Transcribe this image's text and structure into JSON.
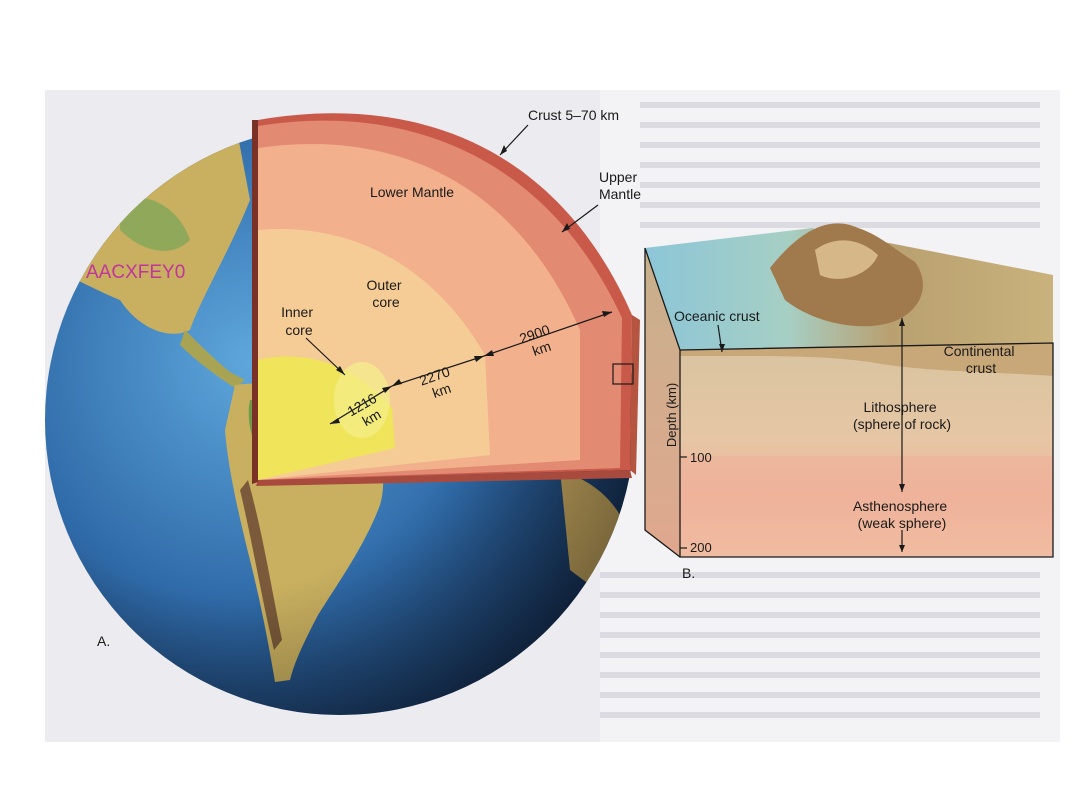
{
  "panel_a": {
    "letter": "A.",
    "watermark": "AACXFEY0",
    "layers": {
      "crust": "Crust 5–70 km",
      "upper_mantle": [
        "Upper",
        "Mantle"
      ],
      "lower_mantle": "Lower Mantle",
      "outer_core": [
        "Outer",
        "core"
      ],
      "inner_core": [
        "Inner",
        "core"
      ]
    },
    "distances": {
      "mantle": [
        "2900",
        "km"
      ],
      "outer_core": [
        "2270",
        "km"
      ],
      "inner_core": [
        "1216",
        "km"
      ]
    }
  },
  "panel_b": {
    "letter": "B.",
    "oceanic_crust": "Oceanic crust",
    "continental_crust": [
      "Continental",
      "crust"
    ],
    "lithosphere": [
      "Lithosphere",
      "(sphere of rock)"
    ],
    "asthenosphere": [
      "Asthenosphere",
      "(weak sphere)"
    ],
    "depth_axis": {
      "label": "Depth (km)",
      "ticks": [
        "100",
        "200"
      ]
    }
  },
  "colors": {
    "ocean": "#3a78b8",
    "land": "#c9b060",
    "crust": "#c95a4a",
    "upper_mantle": "#e38a72",
    "lower_mantle": "#f2b08c",
    "outer_core": "#f6cc96",
    "inner_core": "#f0e45a",
    "watermark": "#c2359c"
  }
}
